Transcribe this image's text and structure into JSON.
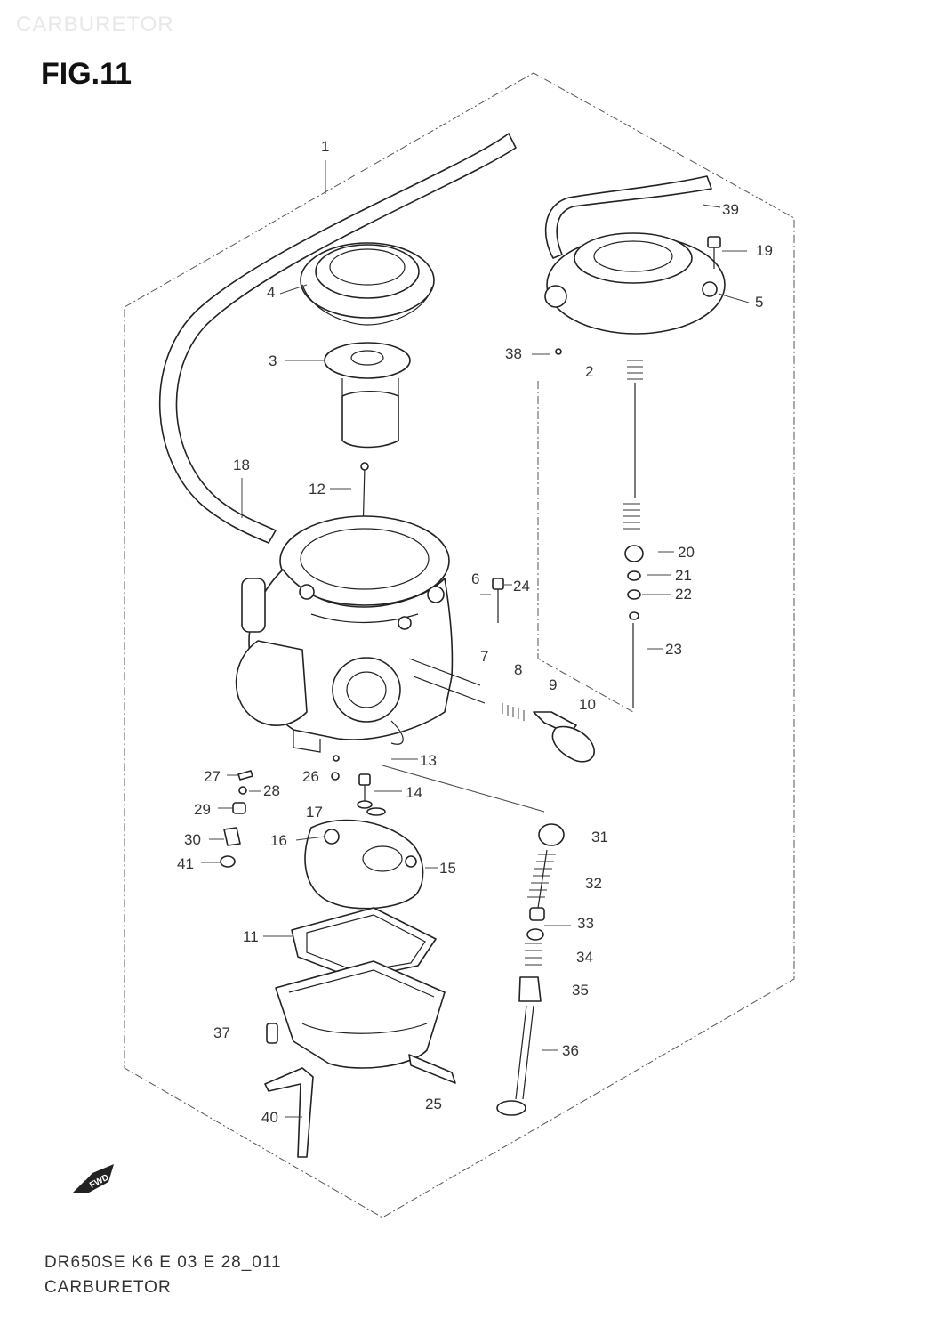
{
  "header": {
    "watermark": "CARBURETOR",
    "figure_label": "FIG.11"
  },
  "footer": {
    "diagram_code": "DR650SE K6 E 03 E 28_011",
    "section_name": "CARBURETOR"
  },
  "fwd_badge": "FWD",
  "callouts": [
    "1",
    "2",
    "3",
    "4",
    "5",
    "6",
    "7",
    "8",
    "9",
    "10",
    "11",
    "12",
    "13",
    "14",
    "15",
    "16",
    "17",
    "18",
    "19",
    "20",
    "21",
    "22",
    "23",
    "24",
    "25",
    "26",
    "27",
    "28",
    "29",
    "30",
    "31",
    "32",
    "33",
    "34",
    "35",
    "36",
    "37",
    "38",
    "39",
    "40",
    "41"
  ]
}
